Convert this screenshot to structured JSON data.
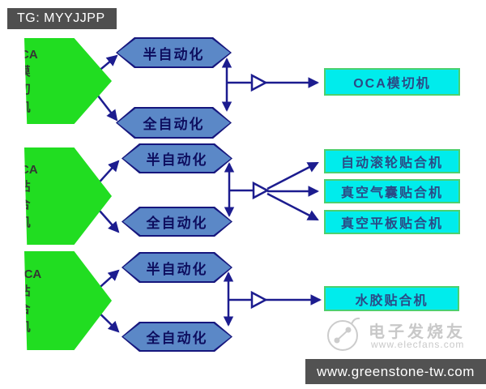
{
  "colors": {
    "source_green": "#21dd21",
    "option_blue": "#5b88c7",
    "option_border": "#16167d",
    "arrow_navy": "#1c1c8f",
    "output_cyan": "#00ecec",
    "output_border": "#4dd06e",
    "header_bg": "#4f4f4f",
    "footer_bg": "#525252",
    "watermark_gray": "#c8c8c8"
  },
  "header": {
    "tag": "TG: MYYJJPP"
  },
  "icons": {
    "flow_junction_triangle": "open right-pointing triangle on connector line",
    "elecfans_logo": "circle with two linked dots"
  },
  "flow": {
    "rows": [
      {
        "source": {
          "line1": "OCA",
          "line2": "模切机"
        },
        "options": [
          "半自动化",
          "全自动化"
        ],
        "outputs": [
          "OCA模切机"
        ]
      },
      {
        "source": {
          "line1": "OCA",
          "line2": "贴合机"
        },
        "options": [
          "半自动化",
          "全自动化"
        ],
        "outputs": [
          "自动滚轮贴合机",
          "真空气囊贴合机",
          "真空平板贴合机"
        ]
      },
      {
        "source": {
          "line1": "LOCA",
          "line2": "贴合机"
        },
        "options": [
          "半自动化",
          "全自动化"
        ],
        "outputs": [
          "水胶贴合机"
        ]
      }
    ]
  },
  "watermark": {
    "brand": "电子发烧友",
    "site": "www.elecfans.com"
  },
  "footer": {
    "site": "www.greenstone-tw.com"
  }
}
